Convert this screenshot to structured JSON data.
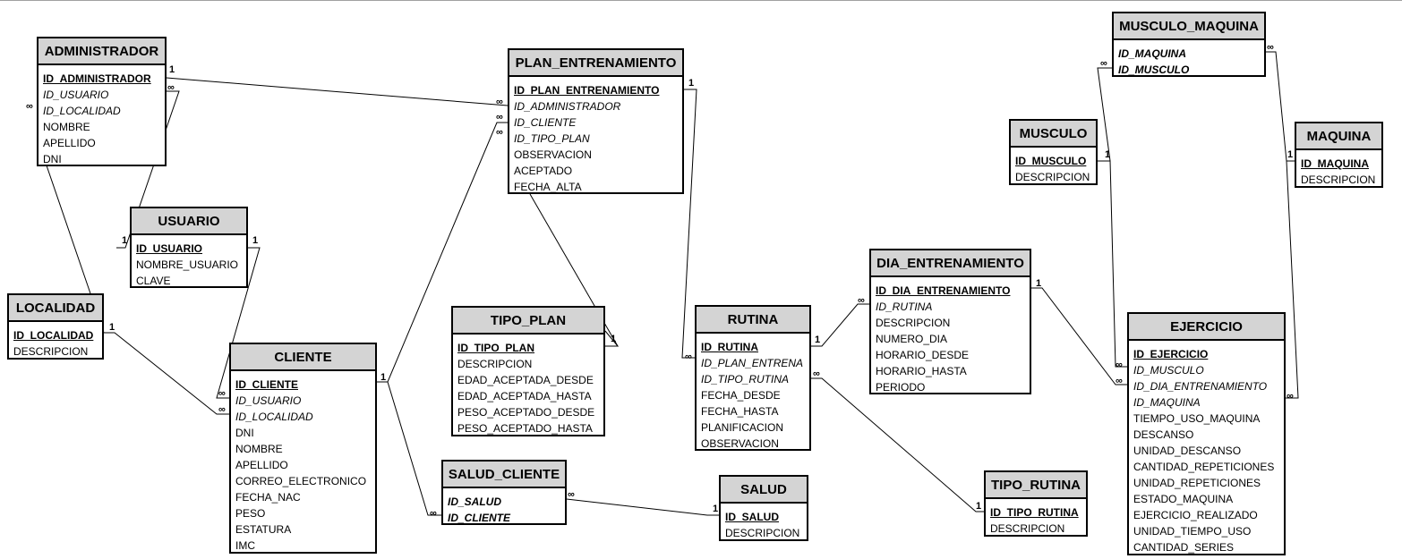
{
  "entities": {
    "administrador": {
      "name": "ADMINISTRADOR",
      "fields": [
        {
          "t": "ID_ADMINISTRADOR",
          "k": "pk"
        },
        {
          "t": "ID_USUARIO",
          "k": "fk"
        },
        {
          "t": "ID_LOCALIDAD",
          "k": "fk"
        },
        {
          "t": "NOMBRE",
          "k": ""
        },
        {
          "t": "APELLIDO",
          "k": ""
        },
        {
          "t": "DNI",
          "k": ""
        }
      ]
    },
    "usuario": {
      "name": "USUARIO",
      "fields": [
        {
          "t": "ID_USUARIO",
          "k": "pk"
        },
        {
          "t": "NOMBRE_USUARIO",
          "k": ""
        },
        {
          "t": "CLAVE",
          "k": ""
        }
      ]
    },
    "localidad": {
      "name": "LOCALIDAD",
      "fields": [
        {
          "t": "ID_LOCALIDAD",
          "k": "pk"
        },
        {
          "t": "DESCRIPCION",
          "k": ""
        }
      ]
    },
    "cliente": {
      "name": "CLIENTE",
      "fields": [
        {
          "t": "ID_CLIENTE",
          "k": "pk"
        },
        {
          "t": "ID_USUARIO",
          "k": "fk"
        },
        {
          "t": "ID_LOCALIDAD",
          "k": "fk"
        },
        {
          "t": "DNI",
          "k": ""
        },
        {
          "t": "NOMBRE",
          "k": ""
        },
        {
          "t": "APELLIDO",
          "k": ""
        },
        {
          "t": "CORREO_ELECTRONICO",
          "k": ""
        },
        {
          "t": "FECHA_NAC",
          "k": ""
        },
        {
          "t": "PESO",
          "k": ""
        },
        {
          "t": "ESTATURA",
          "k": ""
        },
        {
          "t": "IMC",
          "k": ""
        }
      ]
    },
    "plan_entrenamiento": {
      "name": "PLAN_ENTRENAMIENTO",
      "fields": [
        {
          "t": "ID_PLAN_ENTRENAMIENTO",
          "k": "pk"
        },
        {
          "t": "ID_ADMINISTRADOR",
          "k": "fk"
        },
        {
          "t": "ID_CLIENTE",
          "k": "fk"
        },
        {
          "t": "ID_TIPO_PLAN",
          "k": "fk"
        },
        {
          "t": "OBSERVACION",
          "k": ""
        },
        {
          "t": "ACEPTADO",
          "k": ""
        },
        {
          "t": "FECHA_ALTA",
          "k": ""
        }
      ]
    },
    "tipo_plan": {
      "name": "TIPO_PLAN",
      "fields": [
        {
          "t": "ID_TIPO_PLAN",
          "k": "pk"
        },
        {
          "t": "DESCRIPCION",
          "k": ""
        },
        {
          "t": "EDAD_ACEPTADA_DESDE",
          "k": ""
        },
        {
          "t": "EDAD_ACEPTADA_HASTA",
          "k": ""
        },
        {
          "t": "PESO_ACEPTADO_DESDE",
          "k": ""
        },
        {
          "t": "PESO_ACEPTADO_HASTA",
          "k": ""
        }
      ]
    },
    "salud_cliente": {
      "name": "SALUD_CLIENTE",
      "fields": [
        {
          "t": "ID_SALUD",
          "k": "pkfk"
        },
        {
          "t": "ID_CLIENTE",
          "k": "pkfk"
        }
      ]
    },
    "salud": {
      "name": "SALUD",
      "fields": [
        {
          "t": "ID_SALUD",
          "k": "pk"
        },
        {
          "t": "DESCRIPCION",
          "k": ""
        }
      ]
    },
    "rutina": {
      "name": "RUTINA",
      "fields": [
        {
          "t": "ID_RUTINA",
          "k": "pk"
        },
        {
          "t": "ID_PLAN_ENTRENA",
          "k": "fk"
        },
        {
          "t": "ID_TIPO_RUTINA",
          "k": "fk"
        },
        {
          "t": "FECHA_DESDE",
          "k": ""
        },
        {
          "t": "FECHA_HASTA",
          "k": ""
        },
        {
          "t": "PLANIFICACION",
          "k": ""
        },
        {
          "t": "OBSERVACION",
          "k": ""
        }
      ]
    },
    "dia_entrenamiento": {
      "name": "DIA_ENTRENAMIENTO",
      "fields": [
        {
          "t": "ID_DIA_ENTRENAMIENTO",
          "k": "pk"
        },
        {
          "t": "ID_RUTINA",
          "k": "fk"
        },
        {
          "t": "DESCRIPCION",
          "k": ""
        },
        {
          "t": "NUMERO_DIA",
          "k": ""
        },
        {
          "t": "HORARIO_DESDE",
          "k": ""
        },
        {
          "t": "HORARIO_HASTA",
          "k": ""
        },
        {
          "t": "PERIODO",
          "k": ""
        }
      ]
    },
    "tipo_rutina": {
      "name": "TIPO_RUTINA",
      "fields": [
        {
          "t": "ID_TIPO_RUTINA",
          "k": "pk"
        },
        {
          "t": "DESCRIPCION",
          "k": ""
        }
      ]
    },
    "musculo_maquina": {
      "name": "MUSCULO_MAQUINA",
      "fields": [
        {
          "t": "ID_MAQUINA",
          "k": "pkfk"
        },
        {
          "t": "ID_MUSCULO",
          "k": "pkfk"
        }
      ]
    },
    "musculo": {
      "name": "MUSCULO",
      "fields": [
        {
          "t": "ID_MUSCULO",
          "k": "pk"
        },
        {
          "t": "DESCRIPCION",
          "k": ""
        }
      ]
    },
    "maquina": {
      "name": "MAQUINA",
      "fields": [
        {
          "t": "ID_MAQUINA",
          "k": "pk"
        },
        {
          "t": "DESCRIPCION",
          "k": ""
        }
      ]
    },
    "ejercicio": {
      "name": "EJERCICIO",
      "fields": [
        {
          "t": "ID_EJERCICIO",
          "k": "pk"
        },
        {
          "t": "ID_MUSCULO",
          "k": "fk"
        },
        {
          "t": "ID_DIA_ENTRENAMIENTO",
          "k": "fk"
        },
        {
          "t": "ID_MAQUINA",
          "k": "fk"
        },
        {
          "t": "TIEMPO_USO_MAQUINA",
          "k": ""
        },
        {
          "t": "DESCANSO",
          "k": ""
        },
        {
          "t": "UNIDAD_DESCANSO",
          "k": ""
        },
        {
          "t": "CANTIDAD_REPETICIONES",
          "k": ""
        },
        {
          "t": "UNIDAD_REPETICIONES",
          "k": ""
        },
        {
          "t": "ESTADO_MAQUINA",
          "k": ""
        },
        {
          "t": "EJERCICIO_REALIZADO",
          "k": ""
        },
        {
          "t": "UNIDAD_TIEMPO_USO",
          "k": ""
        },
        {
          "t": "CANTIDAD_SERIES",
          "k": ""
        }
      ]
    }
  },
  "cardinality": {
    "one": "1",
    "many": "∞"
  }
}
